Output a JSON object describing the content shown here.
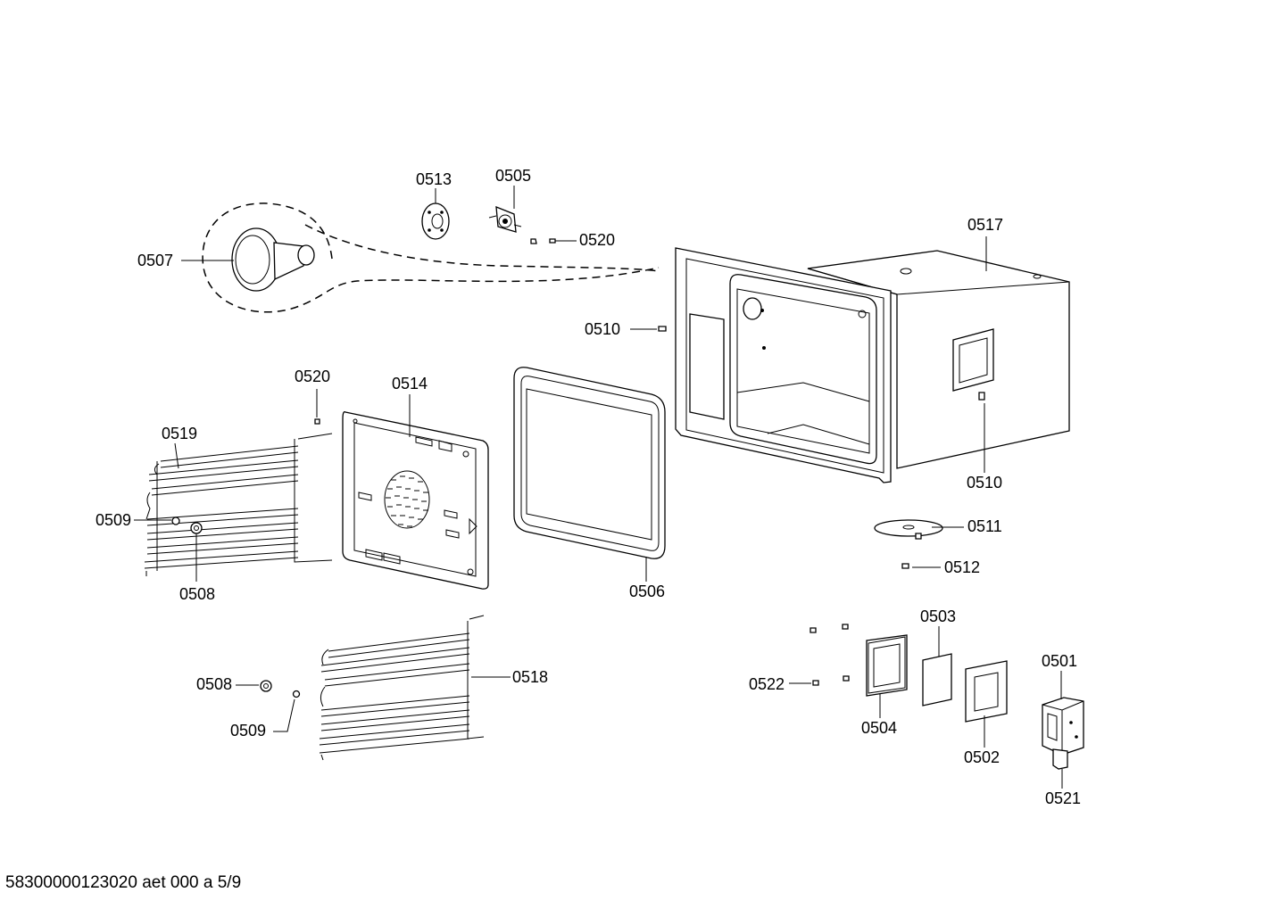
{
  "diagram": {
    "labels": {
      "l0501": "0501",
      "l0502": "0502",
      "l0503": "0503",
      "l0504": "0504",
      "l0505": "0505",
      "l0506": "0506",
      "l0507": "0507",
      "l0508a": "0508",
      "l0508b": "0508",
      "l0509a": "0509",
      "l0509b": "0509",
      "l0510a": "0510",
      "l0510b": "0510",
      "l0511": "0511",
      "l0512": "0512",
      "l0513": "0513",
      "l0514": "0514",
      "l0517": "0517",
      "l0518": "0518",
      "l0519": "0519",
      "l0520a": "0520",
      "l0520b": "0520",
      "l0521": "0521",
      "l0522": "0522"
    }
  },
  "footer": {
    "drawing_id": "58300000123020 aet 000 a 5/9"
  }
}
